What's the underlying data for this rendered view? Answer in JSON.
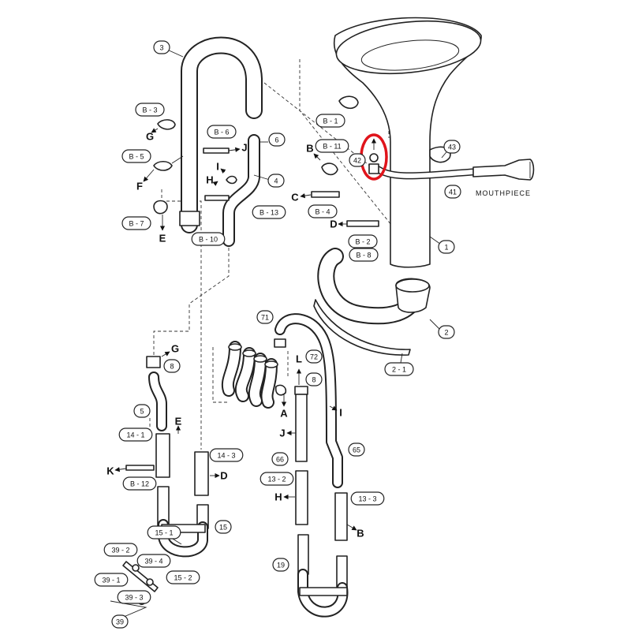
{
  "callouts": {
    "c3": "3",
    "c6": "6",
    "c4": "4",
    "b3": "B - 3",
    "b5": "B - 5",
    "b6": "B - 6",
    "b7": "B - 7",
    "b10": "B - 10",
    "b13": "B - 13",
    "b1": "B - 1",
    "b11": "B - 11",
    "b4": "B - 4",
    "b2": "B - 2",
    "b8": "B - 8",
    "c42": "42",
    "c43": "43",
    "c41": "41",
    "c1": "1",
    "c2": "2",
    "c2_1": "2 - 1",
    "c71": "71",
    "c72": "72",
    "c8a": "8",
    "c8b": "8",
    "c5": "5",
    "c14_1": "14 - 1",
    "c14_3": "14 - 3",
    "b12": "B - 12",
    "c66": "66",
    "c65": "65",
    "c13_2": "13 - 2",
    "c13_3": "13 - 3",
    "c15": "15",
    "c15_1": "15 - 1",
    "c15_2": "15 - 2",
    "c19": "19",
    "c39_2": "39 - 2",
    "c39_4": "39 - 4",
    "c39_1": "39 - 1",
    "c39_3": "39 - 3",
    "c39": "39"
  },
  "letters": {
    "G1": "G",
    "F1": "F",
    "E1": "E",
    "J1": "J",
    "I1": "I",
    "H1": "H",
    "B1": "B",
    "C1": "C",
    "D1": "D",
    "G2": "G",
    "E2": "E",
    "K1": "K",
    "D2": "D",
    "L1": "L",
    "A1": "A",
    "I2": "I",
    "J2": "J",
    "H2": "H",
    "B2": "B"
  },
  "labels": {
    "mouthpiece": "MOUTHPIECE"
  },
  "highlight": {
    "color": "#e0141b",
    "part": "42"
  }
}
